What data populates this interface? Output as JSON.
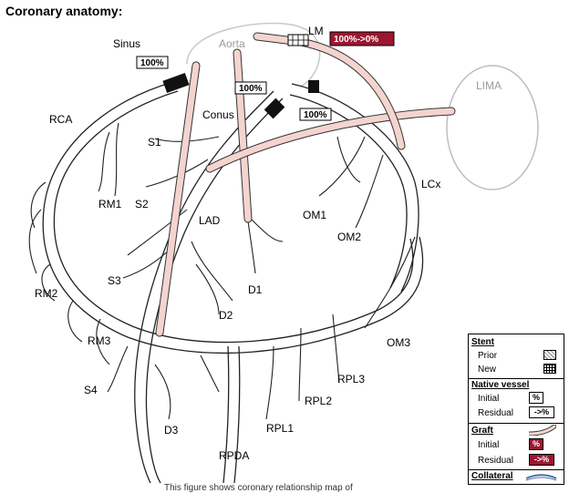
{
  "title": "Coronary anatomy:",
  "labels": {
    "sinus": "Sinus",
    "aorta": "Aorta",
    "lm": "LM",
    "lima": "LIMA",
    "rca": "RCA",
    "conus": "Conus",
    "s1": "S1",
    "s2": "S2",
    "s3": "S3",
    "s4": "S4",
    "rm1": "RM1",
    "rm2": "RM2",
    "rm3": "RM3",
    "lad": "LAD",
    "d1": "D1",
    "d2": "D2",
    "d3": "D3",
    "om1": "OM1",
    "om2": "OM2",
    "om3": "OM3",
    "lcx": "LCx",
    "rpl1": "RPL1",
    "rpl2": "RPL2",
    "rpl3": "RPL3",
    "rpda": "RPDA"
  },
  "stenosis": {
    "lm_graft": "100%->0%",
    "sinus": "100%",
    "lad_prox": "100%",
    "lcx_prox": "100%"
  },
  "legend": {
    "stent_header": "Stent",
    "prior": "Prior",
    "new": "New",
    "native_header": "Native vessel",
    "initial": "Initial",
    "initial_box": "%",
    "residual": "Residual",
    "residual_box": "->%",
    "graft_header": "Graft",
    "graft_initial": "Initial",
    "graft_initial_box": "%",
    "graft_residual": "Residual",
    "graft_residual_box": "->%",
    "collateral": "Collateral"
  },
  "footer": "This figure shows coronary relationship map of",
  "colors": {
    "graft_fill": "#f4d4cf",
    "severity_badge": "#9c1630",
    "aorta_outline": "#bdbdbd"
  }
}
